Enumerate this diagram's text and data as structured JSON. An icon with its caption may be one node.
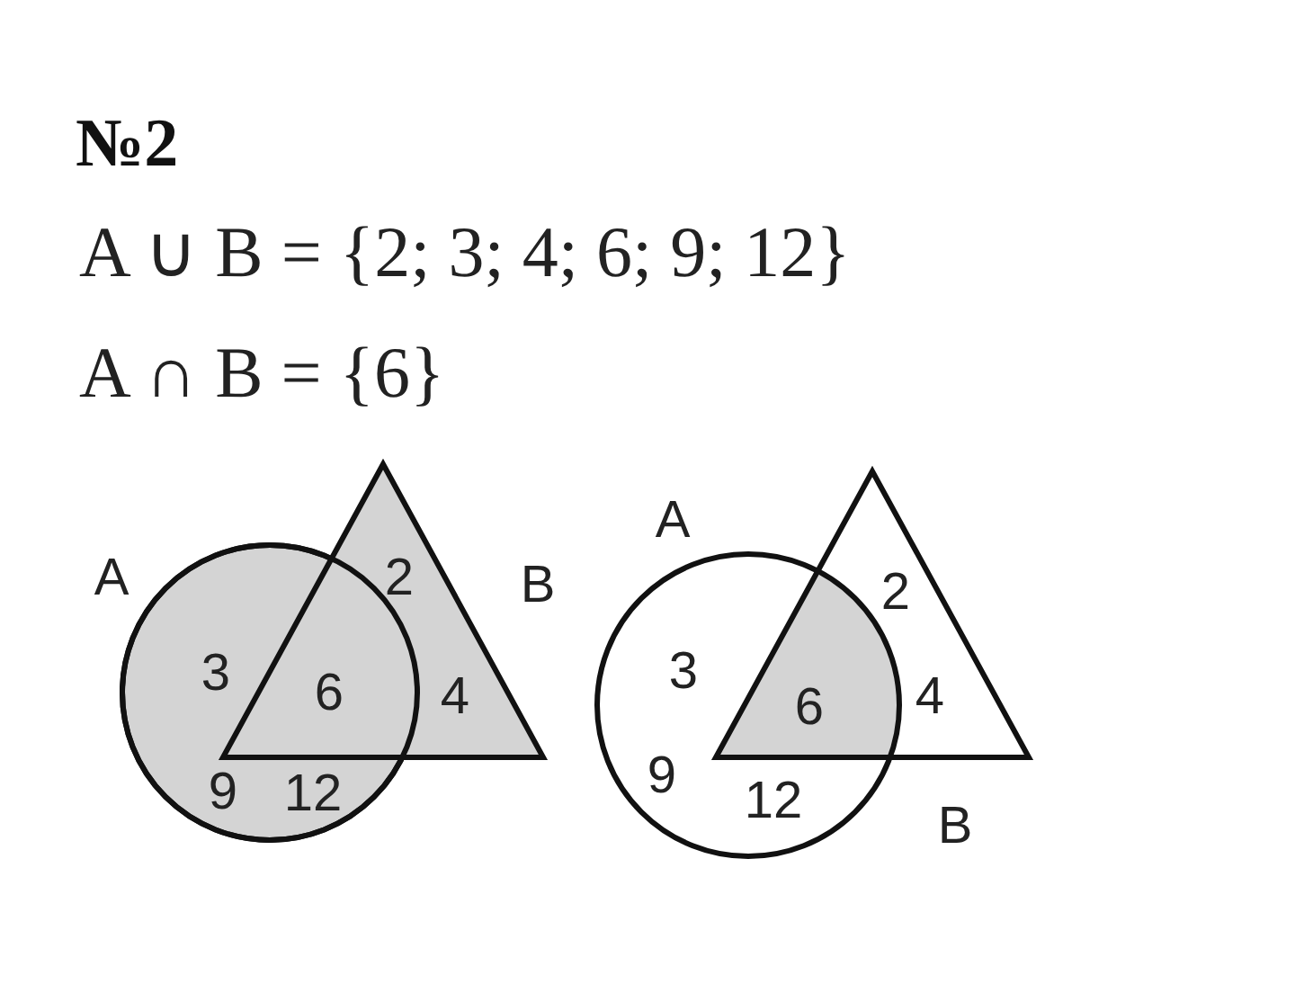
{
  "diagram": {
    "title": "№2",
    "labels": [
      "A ∪ B = {2; 3; 4; 6; 9; 12}",
      "A ∩ B = {6}",
      "A",
      "2",
      "B",
      "3",
      "6",
      "4",
      "9",
      "12",
      "A",
      "2",
      "3",
      "6",
      "4",
      "9",
      "12",
      "B"
    ]
  }
}
